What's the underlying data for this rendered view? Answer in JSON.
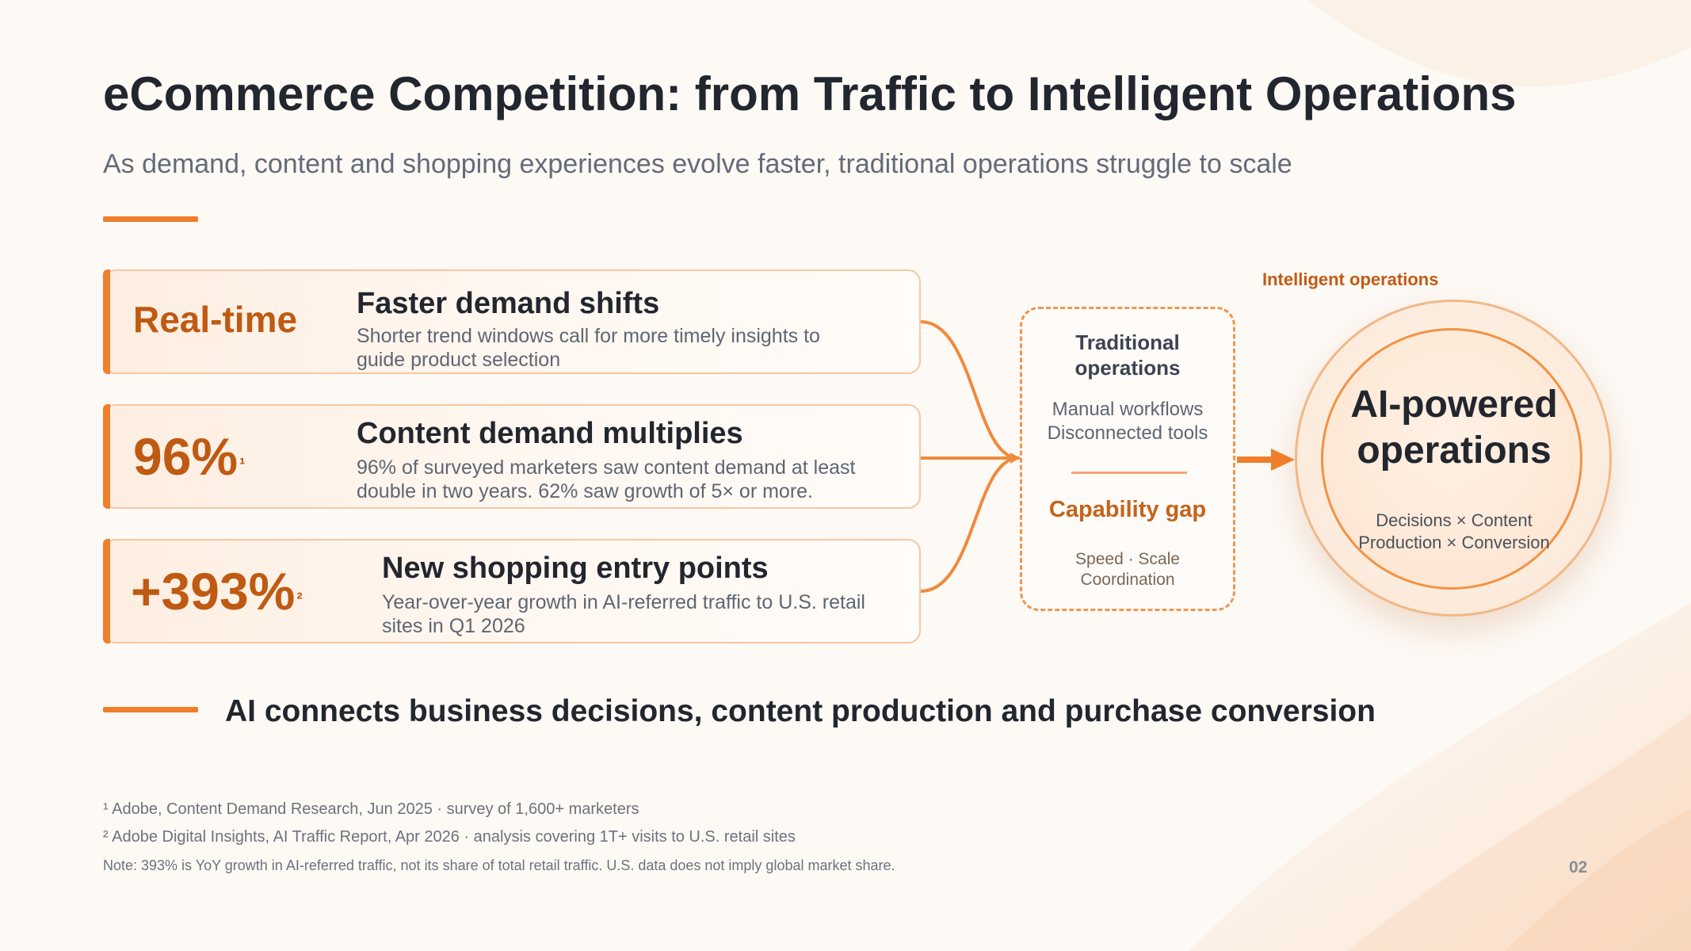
{
  "header": {
    "title": "eCommerce Competition: from Traffic to Intelligent Operations",
    "subtitle": "As demand, content and shopping experiences evolve faster, traditional operations struggle to scale"
  },
  "cards": [
    {
      "stat": "Real-time",
      "footnote_mark": "",
      "heading": "Faster demand shifts",
      "description": "Shorter trend windows call for more timely insights to guide product selection"
    },
    {
      "stat": "96%",
      "footnote_mark": "¹",
      "heading": "Content demand multiplies",
      "description": "96% of surveyed marketers saw content demand at least double in two years. 62% saw growth of 5× or more."
    },
    {
      "stat": "+393%",
      "footnote_mark": "²",
      "heading": "New shopping entry points",
      "description": "Year-over-year growth in AI-referred traffic to U.S. retail sites in Q1 2026"
    }
  ],
  "traditional": {
    "title_line1": "Traditional",
    "title_line2": "operations",
    "flow_line1": "Manual workflows",
    "flow_line2": "Disconnected tools",
    "gap": "Capability gap",
    "dims_line1": "Speed · Scale",
    "dims_line2": "Coordination"
  },
  "intelligent": {
    "label": "Intelligent operations",
    "title_line1": "AI-powered",
    "title_line2": "operations",
    "sub_line1": "Decisions × Content",
    "sub_line2": "Production × Conversion"
  },
  "takeaway": "AI connects business decisions, content production and purchase conversion",
  "footnotes": {
    "note1": "¹ Adobe, Content Demand Research, Jun 2025 · survey of 1,600+ marketers",
    "note2": "² Adobe Digital Insights, AI Traffic Report, Apr 2026 · analysis covering 1T+ visits to U.S. retail sites",
    "note3": "Note: 393% is YoY growth in AI-referred traffic, not its share of total retail traffic. U.S. data does not imply global market share."
  },
  "page_number": "02",
  "colors": {
    "accent": "#f07e2b",
    "accent_dark": "#bf5a12",
    "text_dark": "#22262e",
    "text_muted": "#646b78",
    "background": "#fdf9f5"
  }
}
